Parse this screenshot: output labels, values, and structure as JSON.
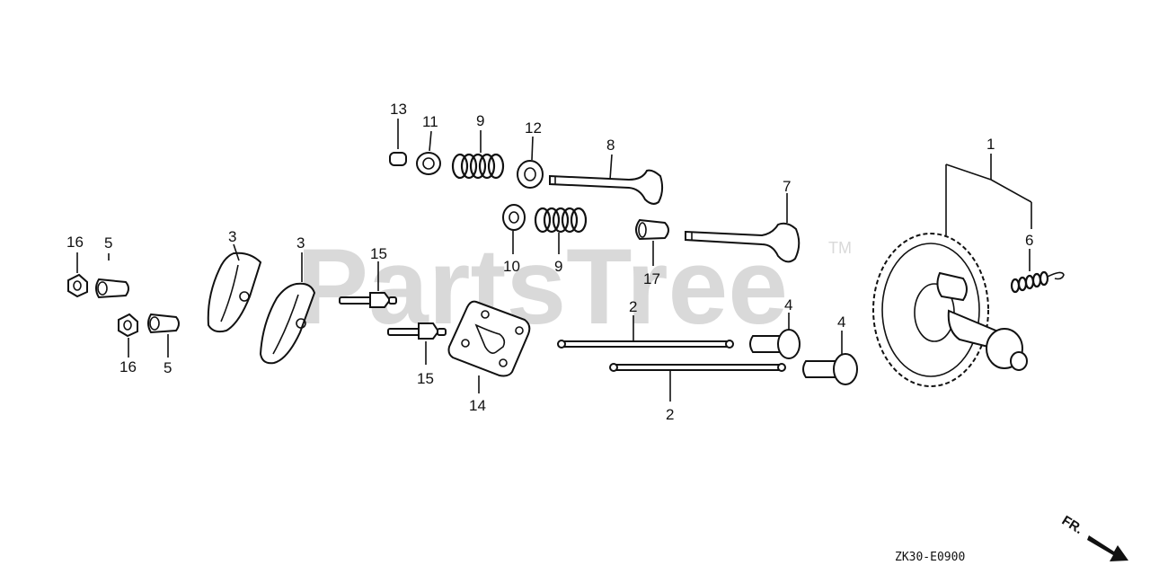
{
  "watermark": {
    "brand": "PartsTree",
    "trademark": "TM"
  },
  "diagram_code": "ZK30-E0900",
  "direction_label": "FR.",
  "callouts": {
    "c1": "1",
    "c2a": "2",
    "c2b": "2",
    "c3a": "3",
    "c3b": "3",
    "c4a": "4",
    "c4b": "4",
    "c5a": "5",
    "c5b": "5",
    "c6": "6",
    "c7": "7",
    "c8": "8",
    "c9a": "9",
    "c9b": "9",
    "c10": "10",
    "c11": "11",
    "c12": "12",
    "c13": "13",
    "c14": "14",
    "c15a": "15",
    "c15b": "15",
    "c16a": "16",
    "c16b": "16",
    "c17": "17"
  },
  "icons": {
    "direction": "arrow-right-down-icon"
  }
}
